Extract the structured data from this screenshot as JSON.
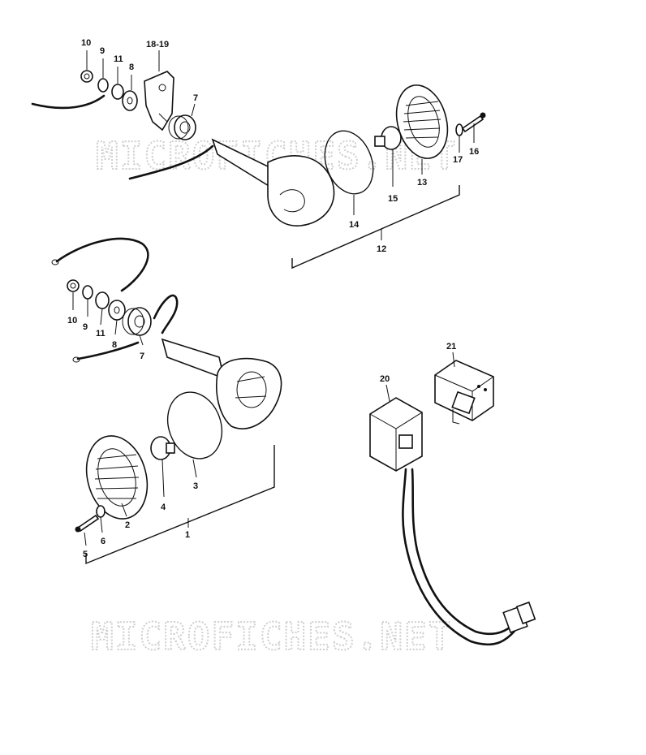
{
  "watermarks": [
    "MICROFICHES.NET",
    "MICROFICHES.NET"
  ],
  "labels": {
    "top": {
      "p10": "10",
      "p9": "9",
      "p11": "11",
      "p8": "8",
      "p18_19": "18-19",
      "p7": "7",
      "p17": "17",
      "p16": "16",
      "p13": "13",
      "p15": "15",
      "p14": "14",
      "p12": "12"
    },
    "middle": {
      "p10": "10",
      "p9": "9",
      "p11": "11",
      "p8": "8",
      "p7": "7",
      "p4": "4",
      "p3": "3",
      "p2": "2",
      "p6": "6",
      "p5": "5",
      "p1": "1"
    },
    "right": {
      "p20": "20",
      "p21": "21"
    }
  }
}
